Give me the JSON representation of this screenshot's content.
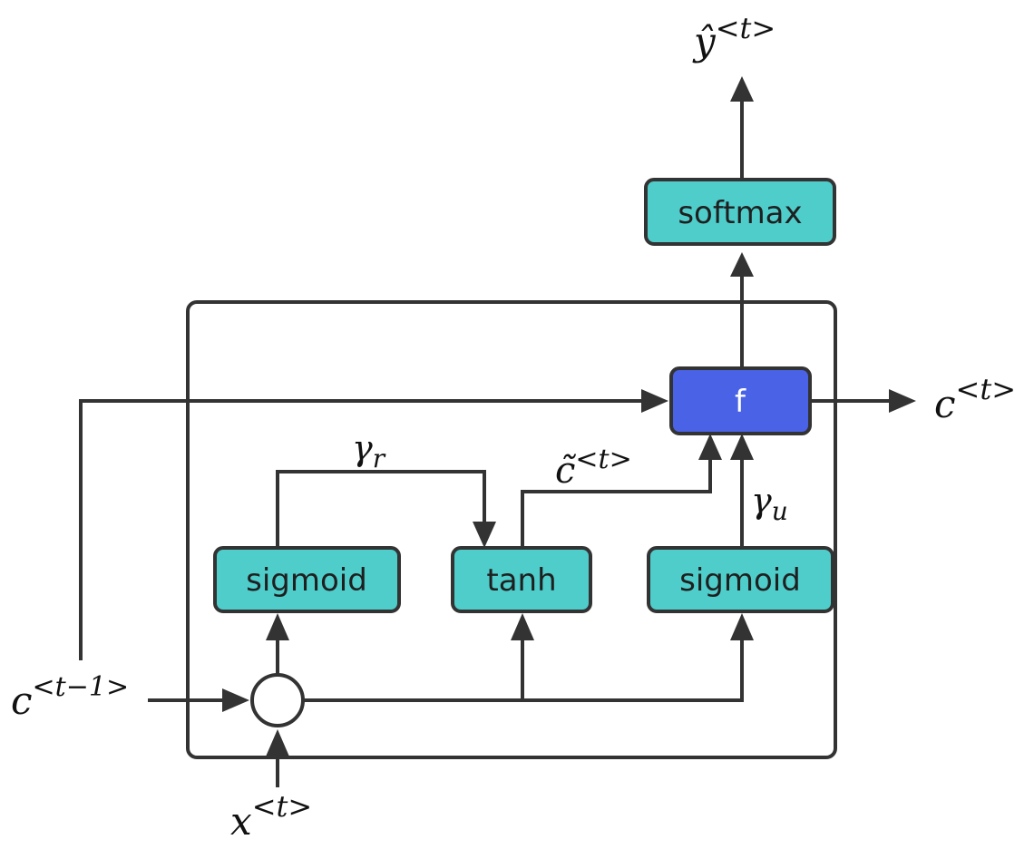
{
  "colors": {
    "teal_fill": "#4ECDCB",
    "blue_fill": "#4A62E6",
    "stroke": "#333333"
  },
  "boxes": {
    "softmax": "softmax",
    "f": "f",
    "sigmoid_left": "sigmoid",
    "tanh": "tanh",
    "sigmoid_right": "sigmoid"
  },
  "labels": {
    "y_hat": {
      "base": "ŷ",
      "sup": "<t>"
    },
    "c_t": {
      "base": "c",
      "sup": "<t>"
    },
    "c_prev": {
      "base": "c",
      "sup": "<t−1>"
    },
    "x_t": {
      "base": "x",
      "sup": "<t>"
    },
    "c_tilde": {
      "base": "c̃",
      "sup": "<t>"
    },
    "gamma_r": {
      "base": "γ",
      "sub": "r"
    },
    "gamma_u": {
      "base": "γ",
      "sub": "u"
    }
  }
}
